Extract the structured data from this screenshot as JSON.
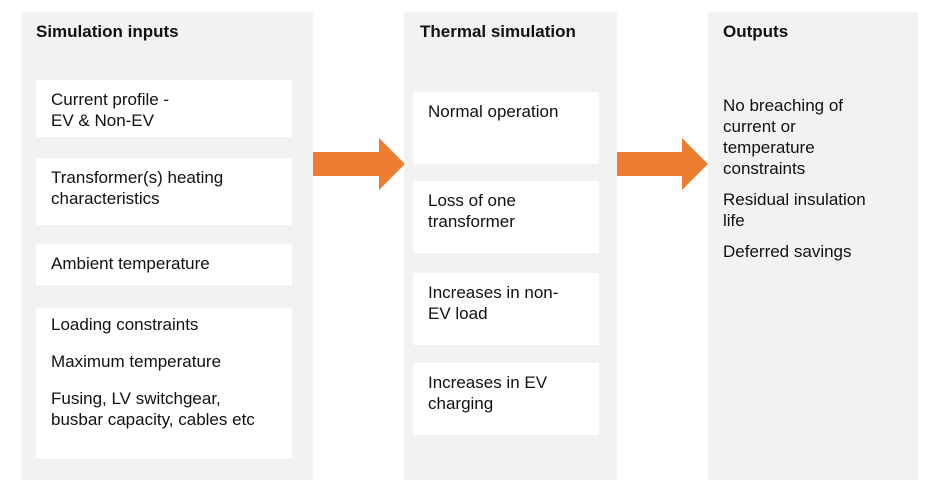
{
  "colors": {
    "panel_background": "#f2f2f2",
    "box_background": "#ffffff",
    "arrow": "#ed7d31"
  },
  "inputs": {
    "title": "Simulation inputs",
    "current_profile": "Current profile -\nEV & Non-EV",
    "transformer_heating": "Transformer(s)  heating\ncharacteristics",
    "ambient_temperature": "Ambient temperature",
    "constraints": [
      "Loading constraints",
      "Maximum temperature",
      "Fusing, LV switchgear,\nbusbar capacity, cables etc"
    ]
  },
  "thermal": {
    "title": "Thermal simulation",
    "scenarios": [
      "Normal operation",
      "Loss of one\ntransformer",
      "Increases in non-\nEV load",
      "Increases in EV\ncharging"
    ]
  },
  "outputs": {
    "title": "Outputs",
    "items": [
      "No breaching of\ncurrent or\ntemperature\nconstraints",
      "Residual insulation\nlife",
      "Deferred savings"
    ]
  },
  "arrows": [
    {
      "from": "Simulation inputs",
      "to": "Thermal simulation",
      "icon": "right-arrow-icon"
    },
    {
      "from": "Thermal simulation",
      "to": "Outputs",
      "icon": "right-arrow-icon"
    }
  ]
}
